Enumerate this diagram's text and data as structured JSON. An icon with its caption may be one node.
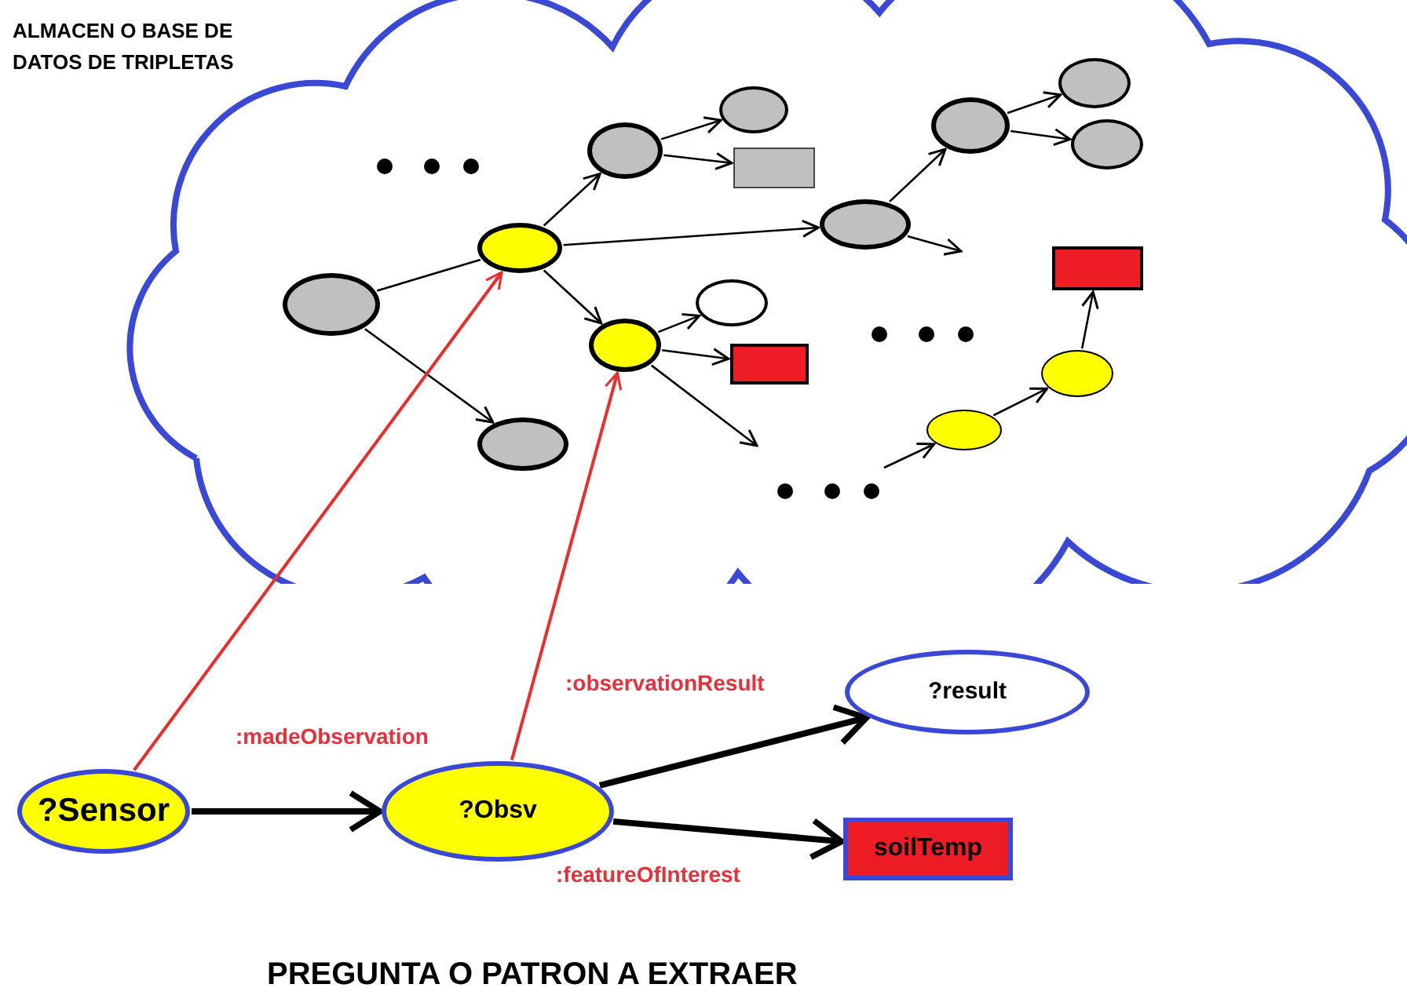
{
  "diagram": {
    "caption": "PREGUNTA O PATRON A EXTRAER",
    "nodes": [
      {
        "text": [
          "ALMACEN O BASE DE DATOS DE TRIPLETAS"
        ]
      },
      {
        "text": [],
        "shape": "ellipse",
        "in": 0
      },
      {
        "text": [],
        "shape": "ellipse",
        "in": 0
      },
      {
        "text": [],
        "shape": "ellipse",
        "in": 0
      },
      {
        "text": [],
        "shape": "ellipse",
        "in": 0
      },
      {
        "text": [],
        "shape": "box",
        "in": 0
      },
      {
        "text": [],
        "shape": "ellipse",
        "in": 0
      },
      {
        "text": [],
        "shape": "ellipse",
        "in": 0
      },
      {
        "text": [],
        "shape": "box",
        "in": 0
      },
      {
        "text": [],
        "shape": "ellipse",
        "in": 0
      },
      {
        "text": [],
        "shape": "ellipse",
        "in": 0
      },
      {
        "text": [],
        "shape": "ellipse",
        "in": 0
      },
      {
        "text": [],
        "shape": "ellipse",
        "in": 0
      },
      {
        "text": [],
        "shape": "ellipse",
        "in": 0
      },
      {
        "text": [],
        "shape": "box",
        "in": 0
      },
      {
        "text": [],
        "shape": "ellipse",
        "in": 0
      },
      {
        "text": [],
        "shape": "ellipse",
        "in": 0
      },
      {
        "text": [
          "?Sensor"
        ]
      },
      {
        "text": [
          "?Obsv"
        ]
      },
      {
        "text": [
          "?result"
        ]
      },
      {
        "text": [
          "soilTemp"
        ]
      }
    ],
    "edges": [
      {
        "from": 1,
        "to": 2,
        "arrow": "none"
      },
      {
        "from": 1,
        "to": 9,
        "arrow": "to"
      },
      {
        "from": 2,
        "to": 3,
        "arrow": "to"
      },
      {
        "from": 2,
        "to": 10,
        "arrow": "to"
      },
      {
        "from": 2,
        "to": 6,
        "arrow": "to"
      },
      {
        "from": 3,
        "to": 4,
        "arrow": "to"
      },
      {
        "from": 3,
        "to": 5,
        "arrow": "to"
      },
      {
        "from": 6,
        "to": 7,
        "arrow": "to"
      },
      {
        "from": 6,
        "to": 8,
        "arrow": "to"
      },
      {
        "from": 6,
        "to": null,
        "arrow": "to"
      },
      {
        "from": 10,
        "to": 11,
        "arrow": "to"
      },
      {
        "from": 10,
        "to": null,
        "arrow": "to"
      },
      {
        "from": 11,
        "to": 12,
        "arrow": "to"
      },
      {
        "from": 11,
        "to": 13,
        "arrow": "to"
      },
      {
        "from": null,
        "to": 16,
        "arrow": "to"
      },
      {
        "from": 16,
        "to": 15,
        "arrow": "to"
      },
      {
        "from": 15,
        "to": 14,
        "arrow": "to"
      },
      {
        "from": 17,
        "to": 2,
        "arrow": "to",
        "color": "#ee2a2a"
      },
      {
        "from": 18,
        "to": 6,
        "arrow": "to",
        "color": "#ee2a2a"
      },
      {
        "from": 17,
        "to": 18,
        "arrow": "to",
        "style": "thick",
        "label": ":madeObservation"
      },
      {
        "from": 18,
        "to": 19,
        "arrow": "to",
        "style": "thick",
        "label": ":observationResult"
      },
      {
        "from": 18,
        "to": 20,
        "arrow": "to",
        "style": "thick",
        "label": ":featureOfInterest"
      }
    ]
  }
}
